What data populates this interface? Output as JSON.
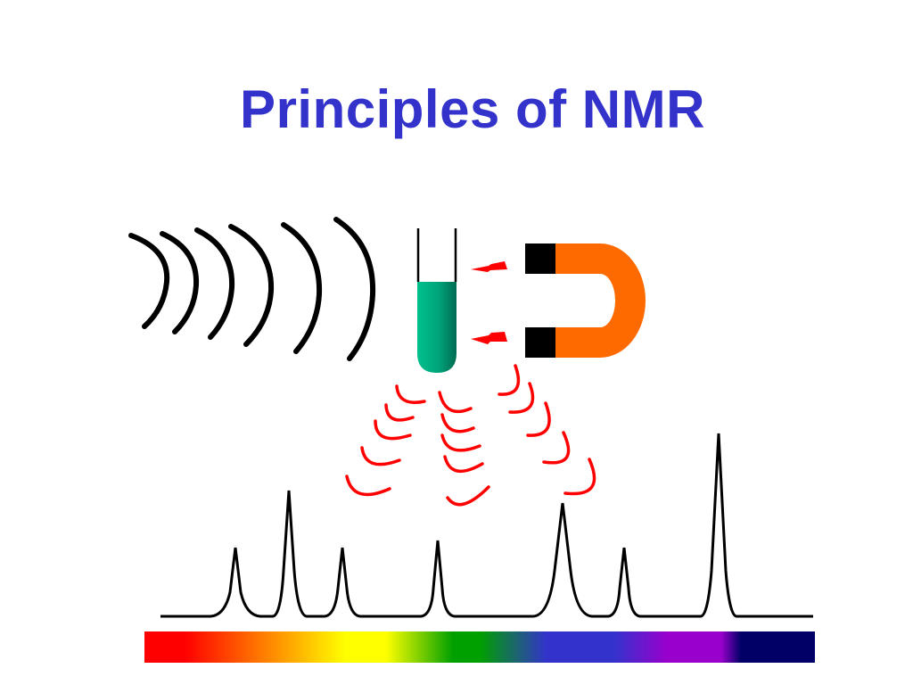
{
  "slide": {
    "title": "Principles of NMR"
  },
  "colors": {
    "title": "#3333cc",
    "waves": "#000000",
    "tube_liquid": "#00a37a",
    "magnet_body": "#ff6a00",
    "magnet_poles": "#000000",
    "emission": "#ff0000",
    "spectrum_line": "#000000"
  },
  "spectrum_peaks": [
    {
      "height": 0.38
    },
    {
      "height": 0.68
    },
    {
      "height": 0.38
    },
    {
      "height": 0.42
    },
    {
      "height": 0.63
    },
    {
      "height": 0.38
    },
    {
      "height": 1.0
    }
  ],
  "color_band": [
    "#ff0000",
    "#ff8000",
    "#ffff00",
    "#00a000",
    "#3333cc",
    "#9900cc",
    "#000066"
  ]
}
